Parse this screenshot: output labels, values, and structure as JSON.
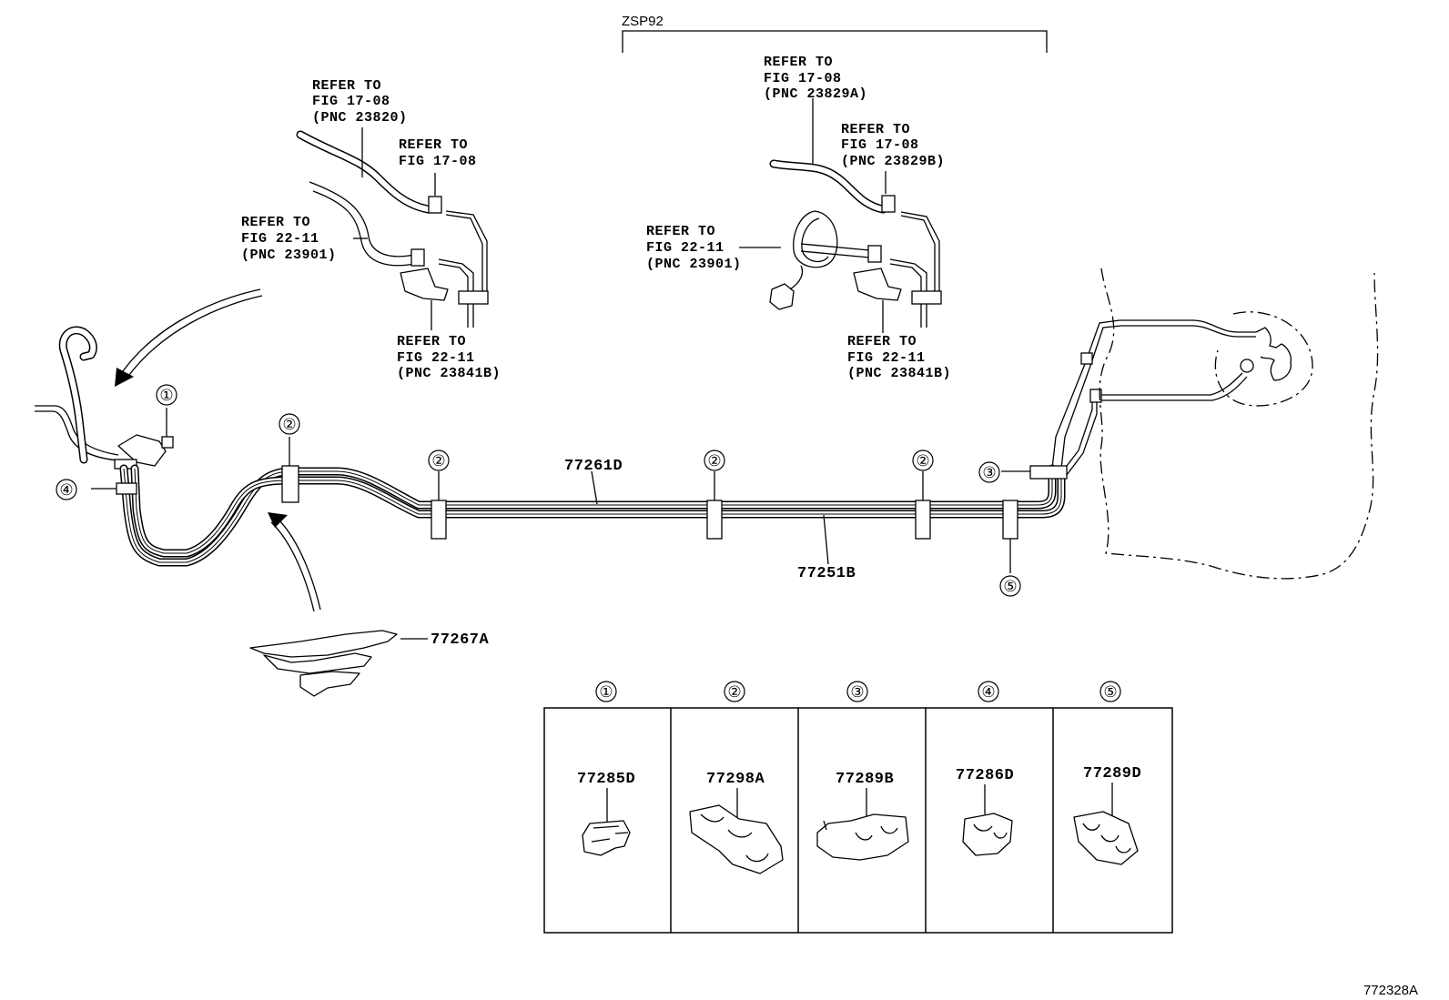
{
  "variant_label": "ZSP92",
  "figure_id": "772328A",
  "callouts": {
    "c1": "①",
    "c2a": "②",
    "c2b": "②",
    "c2c": "②",
    "c2d": "②",
    "c3": "③",
    "c4": "④",
    "c5": "⑤"
  },
  "part_labels": {
    "tube_upper": "77261D",
    "tube_lower": "77251B",
    "protector": "77267A"
  },
  "refs": {
    "left_pnc23820": [
      "REFER TO",
      "FIG 17-08",
      "(PNC 23820)"
    ],
    "left_fig1708": [
      "REFER TO",
      "FIG 17-08"
    ],
    "left_pnc23901": [
      "REFER TO",
      "FIG 22-11",
      "(PNC 23901)"
    ],
    "left_pnc23841b": [
      "REFER TO",
      "FIG 22-11",
      "(PNC 23841B)"
    ],
    "right_pnc23829a": [
      "REFER TO",
      "FIG 17-08",
      "(PNC 23829A)"
    ],
    "right_pnc23829b": [
      "REFER TO",
      "FIG 17-08",
      "(PNC 23829B)"
    ],
    "right_pnc23901": [
      "REFER TO",
      "FIG 22-11",
      "(PNC 23901)"
    ],
    "right_pnc23841b": [
      "REFER TO",
      "FIG 22-11",
      "(PNC 23841B)"
    ]
  },
  "clamp_table": [
    {
      "index": "①",
      "part": "77285D"
    },
    {
      "index": "②",
      "part": "77298A"
    },
    {
      "index": "③",
      "part": "77289B"
    },
    {
      "index": "④",
      "part": "77286D"
    },
    {
      "index": "⑤",
      "part": "77289D"
    }
  ]
}
